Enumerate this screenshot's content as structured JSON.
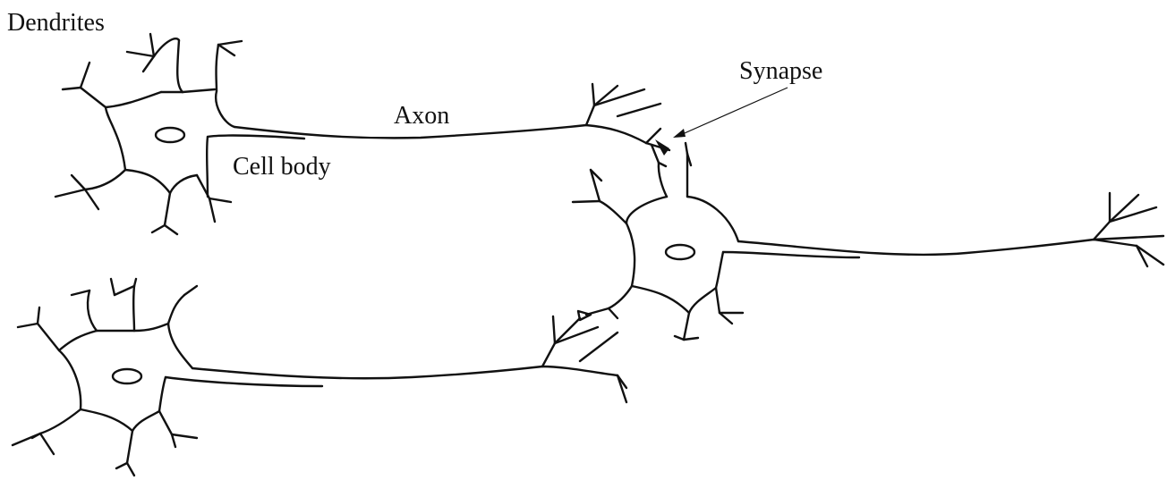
{
  "labels": {
    "dendrites": "Dendrites",
    "synapse": "Synapse",
    "axon": "Axon",
    "cell_body": "Cell body"
  }
}
